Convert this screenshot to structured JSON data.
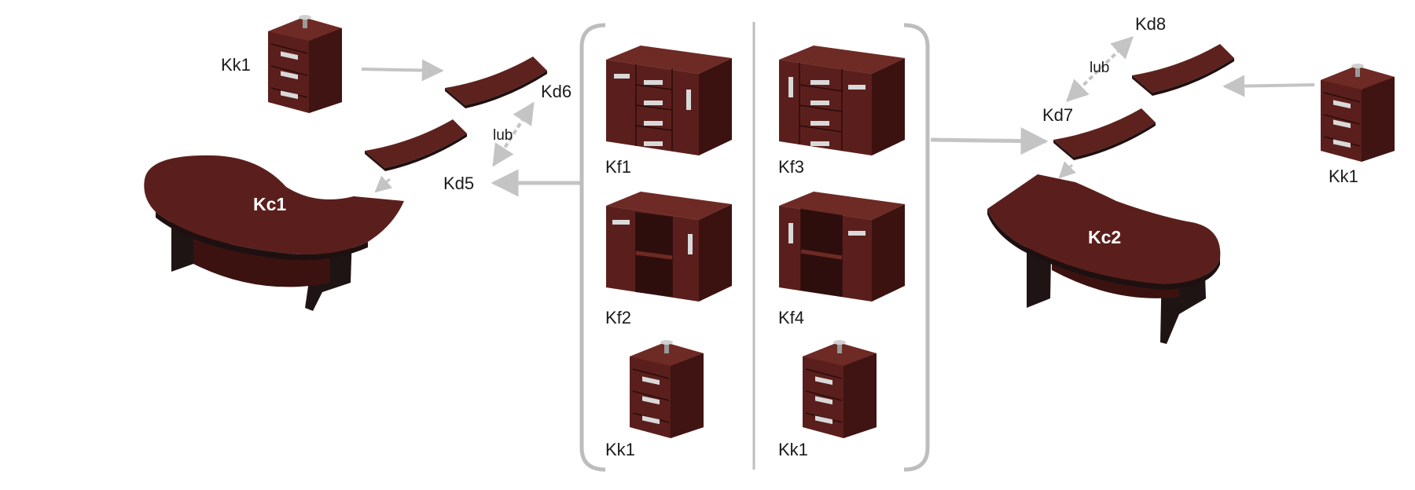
{
  "labels": {
    "pedestal_left": "Kk1",
    "top_kd6": "Kd6",
    "or_left": "lub",
    "top_kd5": "Kd5",
    "desk_left": "Kc1",
    "cab_kf1": "Kf1",
    "cab_kf2": "Kf2",
    "ped_center_left": "Kk1",
    "cab_kf3": "Kf3",
    "cab_kf4": "Kf4",
    "ped_center_right": "Kk1",
    "top_kd8": "Kd8",
    "or_right": "lub",
    "top_kd7": "Kd7",
    "pedestal_right": "Kk1",
    "desk_right": "Kc2"
  },
  "colors": {
    "wood": "#5a1f1c",
    "wood_dark": "#3b1210",
    "wood_light": "#6e2a24",
    "leg": "#1e1414",
    "handle": "#d9d9d9",
    "arrow": "#c4c4c4",
    "bracket": "#bdbdbd"
  }
}
